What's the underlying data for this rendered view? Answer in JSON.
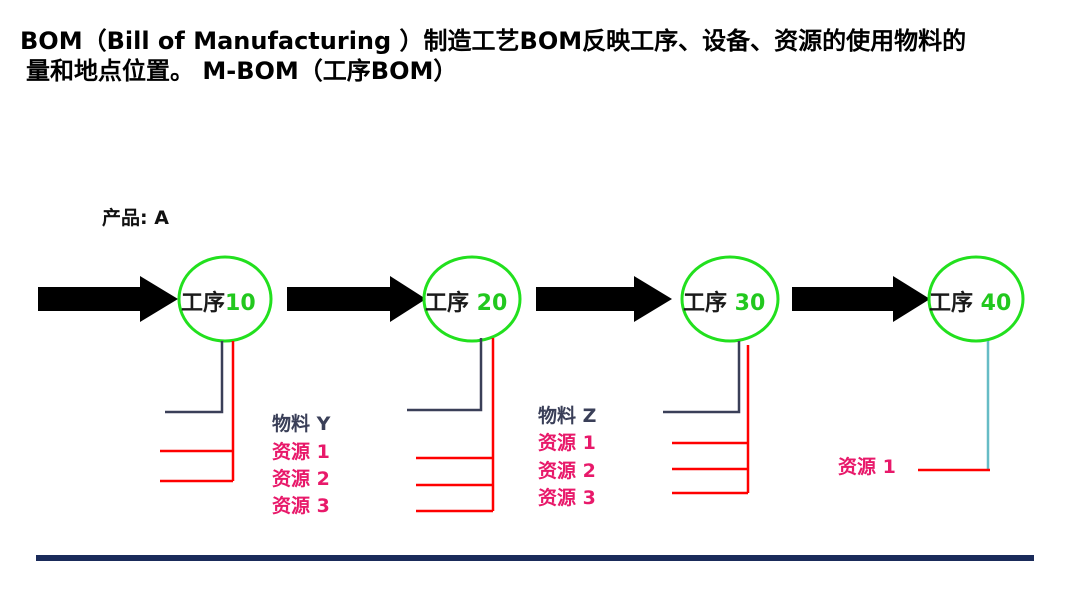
{
  "title": {
    "line1": "BOM（Bill of Manufacturing ）制造工艺BOM反映工序、设备、资源的使用物料的",
    "line2": "量和地点位置。 M-BOM（工序BOM）"
  },
  "product_label": "产品: A",
  "processes": [
    {
      "name": "工序",
      "number": "10"
    },
    {
      "name": "工序 ",
      "number": "20"
    },
    {
      "name": "工序 ",
      "number": "30"
    },
    {
      "name": "工序 ",
      "number": "40"
    }
  ],
  "labels": {
    "p10_material": "物料 Y",
    "p10_res1": "资源 1",
    "p10_res2": "资源 2",
    "p10_res3": "资源 3",
    "p20_material": "物料 Z",
    "p20_res1": "资源 1",
    "p20_res2": "资源 2",
    "p20_res3": "资源 3",
    "p40_res1": "资源 1"
  },
  "colors": {
    "arrow": "#000000",
    "circle": "#22e01e",
    "material_line": "#3a3f58",
    "resource_line": "#ff0000",
    "teal_line": "#66bcc6",
    "bottom_bar": "#1a2b5a"
  }
}
